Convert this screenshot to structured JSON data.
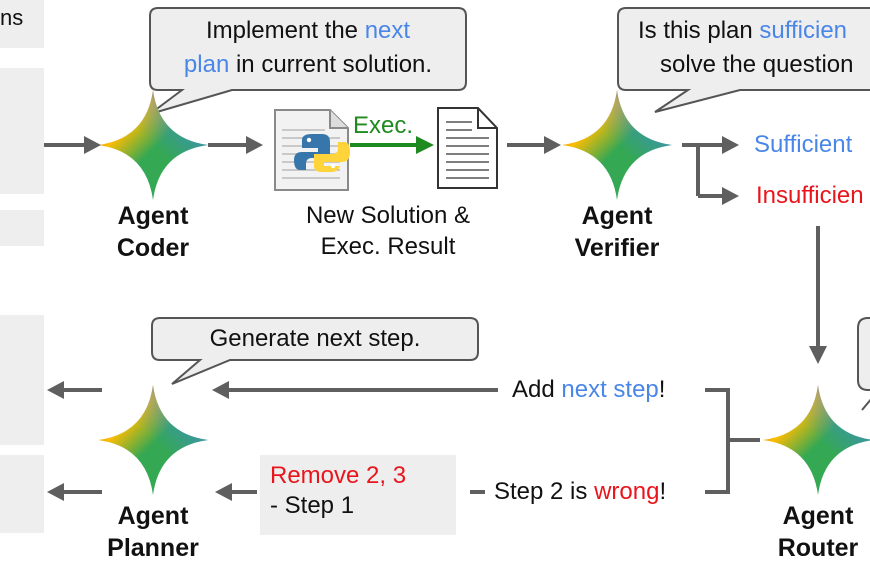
{
  "left_partial_text": "ns",
  "bubbles": {
    "coder": {
      "part1": "Implement the ",
      "part2": "next",
      "part3": "plan",
      "part4": " in current solution."
    },
    "verifier": {
      "part1": "Is this plan ",
      "part2": "sufficien",
      "part3": "solve the question"
    },
    "planner": {
      "text": "Generate next step."
    }
  },
  "agents": {
    "coder": {
      "line1": "Agent",
      "line2": "Coder"
    },
    "verifier": {
      "line1": "Agent",
      "line2": "Verifier"
    },
    "planner": {
      "line1": "Agent",
      "line2": "Planner"
    },
    "router": {
      "line1": "Agent",
      "line2": "Router"
    }
  },
  "exec_label": "Exec.",
  "solution_label": {
    "line1": "New Solution &",
    "line2": "Exec. Result"
  },
  "verdicts": {
    "sufficient": "Sufficient",
    "insufficient": "Insufficien"
  },
  "router_outputs": {
    "add": {
      "part1": "Add ",
      "part2": "next step",
      "part3": "!"
    },
    "wrong": {
      "part1": "Step 2 is ",
      "part2": "wrong",
      "part3": "!"
    }
  },
  "note": {
    "line1": "Remove 2, 3",
    "line2": "- Step 1"
  },
  "colors": {
    "blue": "#4a86e8",
    "red": "#e8161c",
    "green": "#1f8a1f",
    "arrow": "#5f5f5f",
    "panel": "#eeeeee",
    "bubble_fill": "#eeeeee",
    "bubble_stroke": "#555555"
  },
  "icons": [
    "gemini-star-icon",
    "python-file-icon",
    "document-icon"
  ]
}
